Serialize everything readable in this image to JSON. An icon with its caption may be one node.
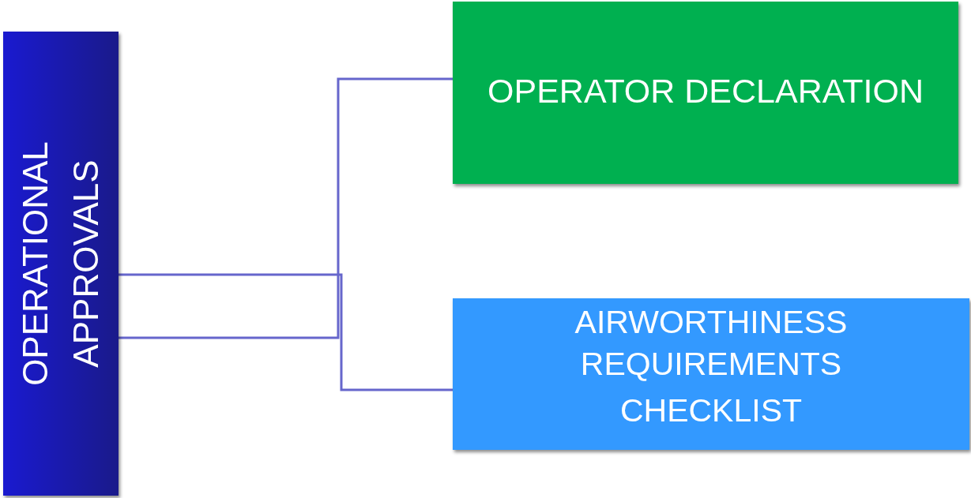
{
  "diagram": {
    "nodes": [
      {
        "text": [
          "OPERATIONAL APPROVALS"
        ]
      },
      {
        "text": [
          "OPERATOR DECLARATION"
        ]
      },
      {
        "text": [
          "AIRWORTHINESS REQUIREMENTS",
          "CHECKLIST"
        ]
      }
    ],
    "edges": [
      {
        "from": 0,
        "to": 1,
        "arrow": "none"
      },
      {
        "from": 0,
        "to": 2,
        "arrow": "none"
      }
    ]
  }
}
